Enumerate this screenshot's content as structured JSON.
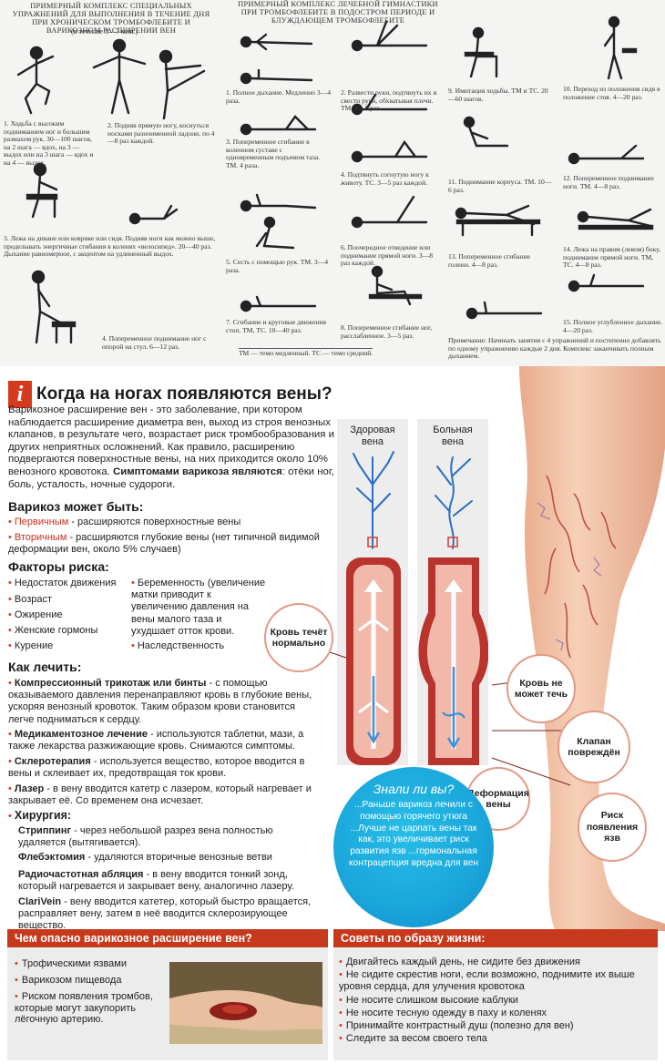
{
  "top_sheet": {
    "left_header": "ПРИМЕРНЫЙ КОМПЛЕКС СПЕЦИАЛЬНЫХ УПРАЖНЕНИЙ ДЛЯ ВЫПОЛНЕНИЯ В ТЕЧЕНИЕ ДНЯ ПРИ ХРОНИЧЕСКОМ ТРОМБОФЛЕБИТЕ И ВАРИКОЗНОМ РАСШИРЕНИИ ВЕН",
    "left_subheader": "(в течение 3—7 мин.)",
    "right_header": "ПРИМЕРНЫЙ КОМПЛЕКС ЛЕЧЕБНОЙ ГИМНАСТИКИ ПРИ ТРОМБОФЛЕБИТЕ В ПОДОСТРОМ ПЕРИОДЕ И БЛУЖДАЮЩЕМ ТРОМБОФЛЕБИТЕ",
    "left_exercises": [
      "1. Ходьба с высоким подниманием ног и большим размахом рук. 30—100 шагов, на 2 шага — вдох, на 3 — выдох или на 3 шага — вдох и на 4 — выдох.",
      "2. Подняв прямую ногу, коснуться носками разноименной ладони, по 4—8 раз каждой.",
      "3. Лежа на диване или коврике или сидя. Подняв ноги как можно выше, проделывать энергичные сгибания в коленях «велосипед». 20—40 раз. Дыхание равномерное, с акцентом на удлиненный выдох.",
      "4. Попеременное поднимание ног с опорой на стул. 6—12 раз."
    ],
    "right_exercises": [
      "1. Полное дыхание. Медленно 3—4 раза.",
      "2. Развести руки, подтянуть их и свести руки, обхватывая плечи. ТМ. 3—5 раз.",
      "3. Попеременное сгибание в коленном суставе с одновременным подъемом таза. ТМ. 4 раза.",
      "4. Подтянуть согнутую ногу к животу. ТС. 3—5 раз каждой.",
      "5. Сесть с помощью рук. ТМ. 3—4 раза.",
      "6. Поочередное отведение или поднимание прямой ноги. 3—8 раз каждой.",
      "7. Сгибание и круговые движения стоп. ТМ, ТС. 10—40 раз.",
      "8. Попеременное сгибание ног, расслабленное. 3—5 раз.",
      "9. Имитация ходьбы. ТМ и ТС. 20—60 шагов.",
      "10. Переход из положения сидя в положение стоя. 4—20 раз.",
      "11. Поднимание корпуса. ТМ. 10—6 раз.",
      "12. Попеременное поднимание ноги. ТМ. 4—8 раз.",
      "13. Попеременное сгибание голени. 4—8 раз.",
      "14. Лежа на правом (левом) боку, поднимание прямой ноги. ТМ, ТС. 4—8 раз.",
      "15. Полное углубленное дыхание. 4—20 раз."
    ],
    "legend": "ТМ — темп медленный. ТС — темп средний.",
    "note": "Примечание: Начинать занятия с 4 упражнений и постепенно добавлять по одному упражнению каждые 2 дня. Комплекс заканчивать полным дыханием."
  },
  "info": {
    "icon_letter": "i",
    "title": "Когда на ногах появляются вены?",
    "intro_plain": "Варикозное расширение вен - это заболевание, при котором наблюдается расширение диаметра вен, выход из строя венозных клапанов, в  результате чего, возрастает риск тромбообразования и других неприятных осложнений. Как правило, расширению подвергаются поверхностные вены, на них приходится около 10% венозного кровотока. ",
    "intro_bold": "Симптомами варикоза являются",
    "intro_tail": ": отёки ног, боль, усталость,  ночные судороги.",
    "types_heading": "Варикоз может быть:",
    "types": [
      {
        "term": "Первичным",
        "text": " - расширяются поверхностные вены"
      },
      {
        "term": "Вторичным",
        "text": " - расширяются глубокие вены (нет типичной видимой деформации вен, около 5% случаев)"
      }
    ],
    "risk_heading": "Факторы риска:",
    "risks_left": [
      "Недостаток движения",
      "Возраст",
      "Ожирение",
      "Женские гормоны",
      "Курение"
    ],
    "risks_right": [
      "Беременность (увеличение матки приводит к увеличению давления на вены малого таза и ухудшает отток крови.",
      "Наследственность"
    ],
    "treat_heading": "Как лечить:",
    "treatments": [
      {
        "term": "Компрессионный трикотаж или бинты",
        "text": " - с помощью оказываемого давления перенаправляют кровь в глубокие вены, ускоряя венозный кровоток. Таким образом крови становится легче подниматься к сердцу."
      },
      {
        "term": "Медикаментозное лечение",
        "text": " - используются таблетки, мази, а также лекарства разжижающие кровь. Снимаются симптомы."
      },
      {
        "term": "Склеротерапия",
        "text": " - используется  вещество, которое вводится в вены и склеивает их, предотвращая ток крови."
      },
      {
        "term": "Лазер",
        "text": " - в вену вводится катетр с лазером, который нагревает и закрывает её. Со временем она исчезает."
      }
    ],
    "surgery_heading": "Хирургия:",
    "surgery": [
      {
        "term": "Стриппинг",
        "text": " - через небольшой разрез вена полностью удаляется (вытягивается)."
      },
      {
        "term": "Флебэктомия",
        "text": " - удаляются вторичные венозные ветви"
      },
      {
        "term": "Радиочастотная абляция",
        "text": " - в вену вводится тонкий зонд, который нагревается и закрывает вену, аналогично лазеру."
      },
      {
        "term": "ClariVein",
        "text": " - вену вводится катетер, который быстро вращается, расправляет вену, затем в неё вводится склерозирующее вещество."
      }
    ],
    "healthy_label": "Здоровая вена",
    "sick_label": "Больная вена",
    "bubble_normal": "Кровь течёт нормально",
    "bubble_stop": "Кровь не может течь",
    "bubble_valve": "Клапан повреждён",
    "bubble_deform": "Деформация вены",
    "bubble_ulcer": "Риск появления язв",
    "didyou_title": "Знали ли вы?",
    "didyou_text": "...Раньше варикоз лечили с помощью горячего утюга ...Лучше не царпать вены так как, это увеличивает риск развития язв ...гормональная контрацепция вредна для вен",
    "danger_heading": "Чем опасно варикозное расширение вен?",
    "danger": [
      "Трофическими язвами",
      "Варикозом пищевода",
      "Риском появления тромбов, которые могут закупорить лёгочную артерию."
    ],
    "tips_heading": "Советы по образу жизни:",
    "tips": [
      "Двигайтесь каждый день, не сидите без движения",
      "Не сидите скрестив ноги, если  возможно, поднимите их выше уровня сердца, для улучения кровотока",
      "Не носите слишком высокие каблуки",
      "Не носите тесную одежду в паху и коленях",
      "Принимайте контрастный душ (полезно для вен)",
      "Следите за весом своего тела"
    ],
    "colors": {
      "accent": "#c7391c",
      "blue": "#1aa6da",
      "vein_red": "#d9473a",
      "skin": "#f2c2a6"
    }
  }
}
